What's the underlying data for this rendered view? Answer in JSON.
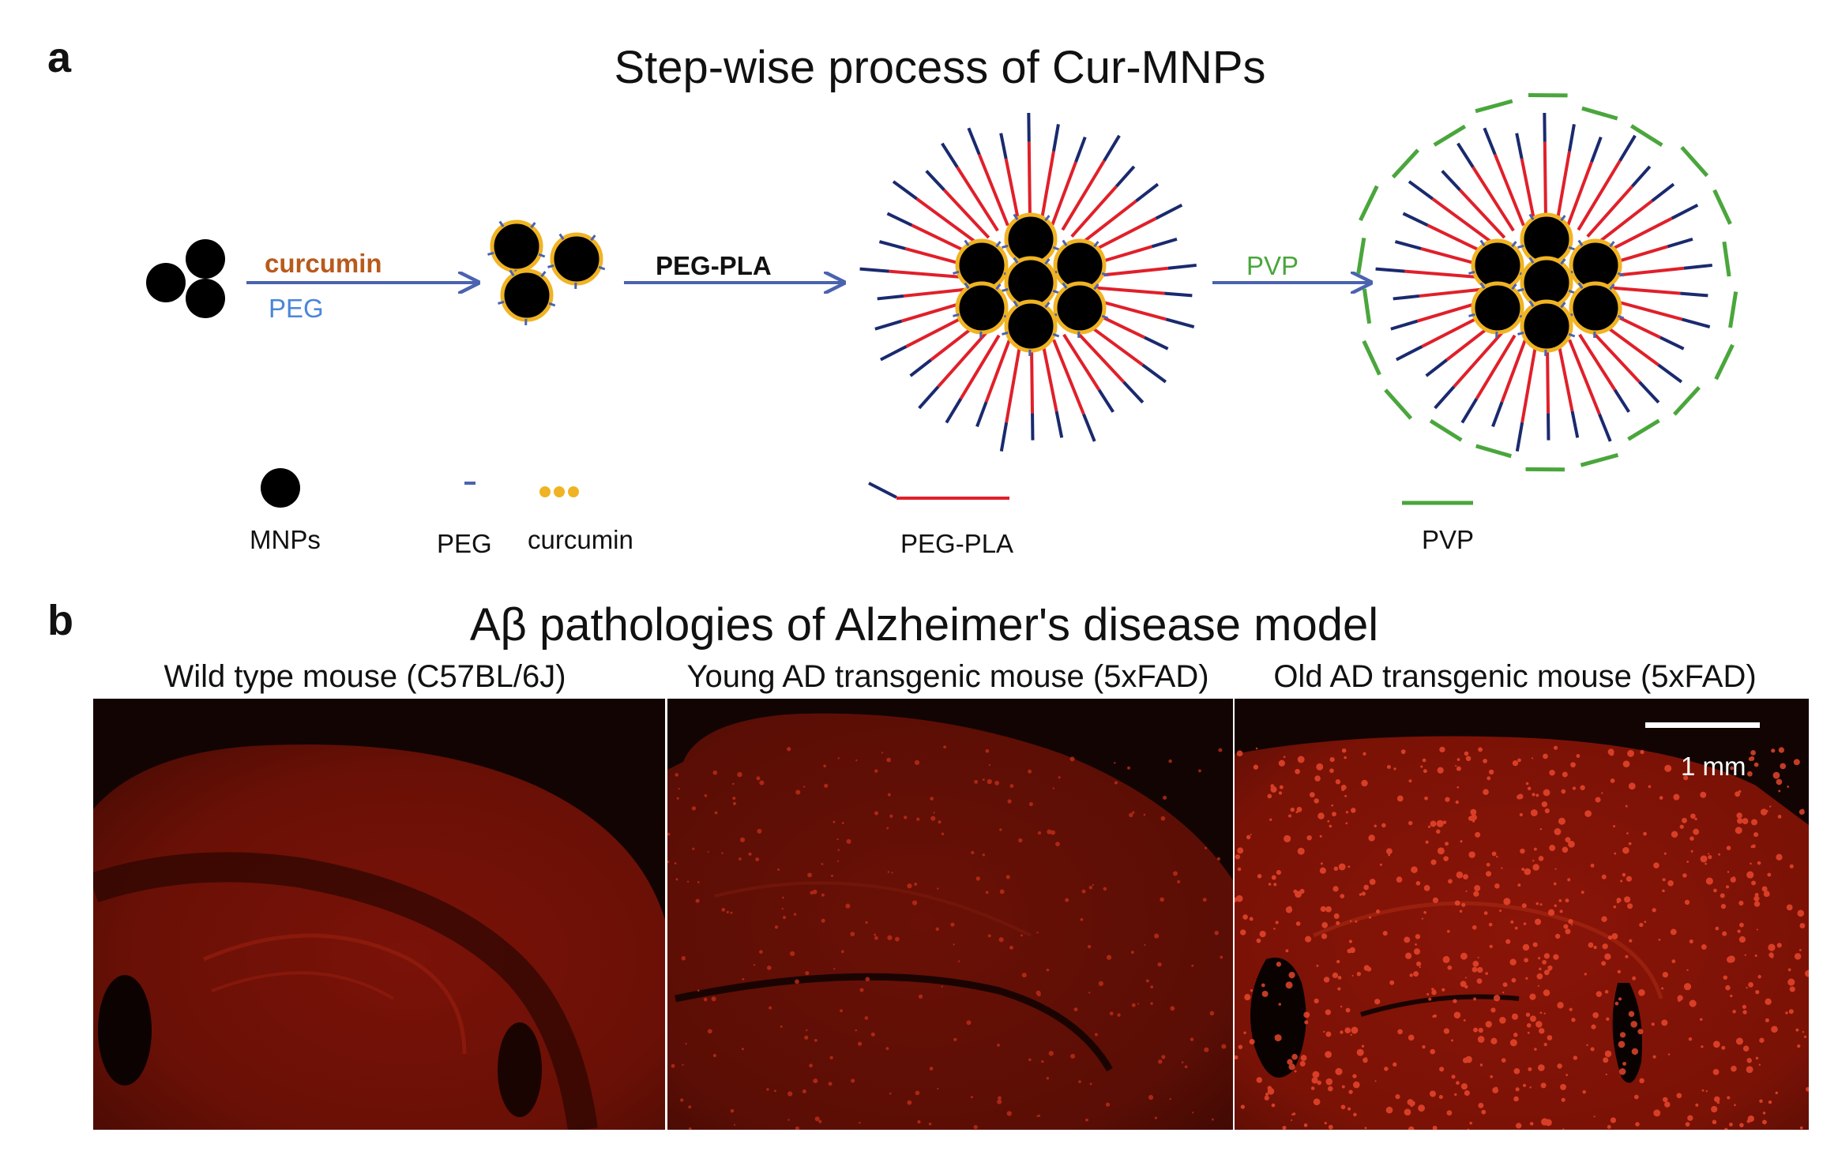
{
  "panel_a": {
    "letter": "a",
    "title": "Step-wise process of Cur-MNPs",
    "arrow1": {
      "top_label": "curcumin",
      "bottom_label": "PEG"
    },
    "arrow2": {
      "label": "PEG-PLA"
    },
    "arrow3": {
      "label": "PVP"
    },
    "legend": {
      "mnps": "MNPs",
      "peg": "PEG",
      "curcumin": "curcumin",
      "pegpla": "PEG-PLA",
      "pvp": "PVP"
    },
    "colors": {
      "particle": "#000000",
      "curcumin_shell": "#f0b323",
      "peg": "#1a2a6e",
      "pla": "#e0202a",
      "pvp": "#4aa63c",
      "arrow": "#4a63b0",
      "curcumin_text": "#b85a1c",
      "peg_text": "#4a86d8",
      "pvp_text": "#4aa63c"
    }
  },
  "panel_b": {
    "letter": "b",
    "title": "Aβ pathologies of Alzheimer's disease model",
    "images": [
      {
        "label": "Wild type mouse (C57BL/6J)"
      },
      {
        "label": "Young AD transgenic mouse (5xFAD)"
      },
      {
        "label": "Old AD transgenic mouse (5xFAD)"
      }
    ],
    "scale_bar": "1 mm"
  }
}
